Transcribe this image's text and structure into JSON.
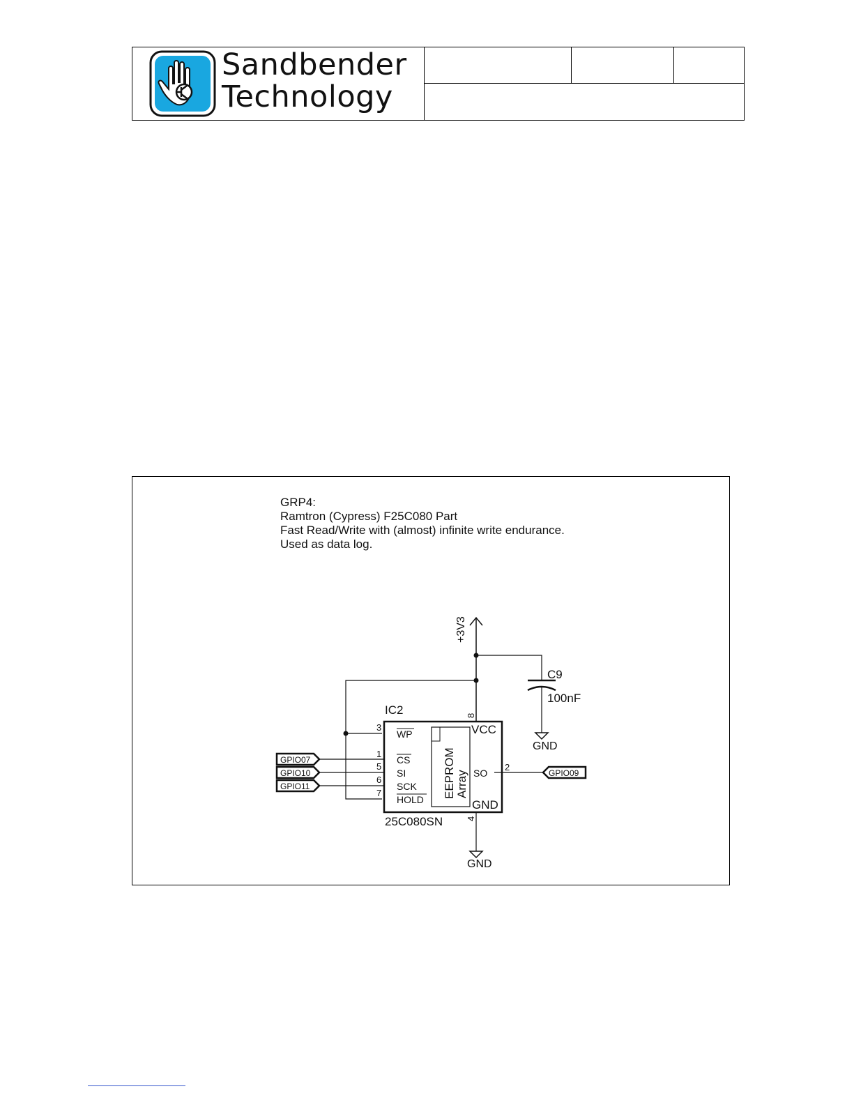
{
  "header": {
    "brand_line1": "Sandbender",
    "brand_line2": "Technology",
    "logo_icon": "hand-transistor-logo-icon",
    "brand_color": "#19a7e0"
  },
  "schematic": {
    "notes": [
      "GRP4:",
      "Ramtron (Cypress) F25C080 Part",
      "Fast Read/Write with (almost) infinite write endurance.",
      "Used as data log."
    ],
    "power_label": "+3V3",
    "capacitor": {
      "ref": "C9",
      "value": "100nF"
    },
    "ground_labels": [
      "GND",
      "GND"
    ],
    "ic": {
      "ref": "IC2",
      "part": "25C080SN",
      "array_line1": "EEPROM",
      "array_line2": "Array",
      "vcc": "VCC",
      "gnd": "GND",
      "pins_left": [
        {
          "num": "3",
          "name": "WP"
        },
        {
          "num": "1",
          "name": "CS"
        },
        {
          "num": "5",
          "name": "SI"
        },
        {
          "num": "6",
          "name": "SCK"
        },
        {
          "num": "7",
          "name": "HOLD"
        }
      ],
      "pin_vcc_num": "8",
      "pin_gnd_num": "4",
      "pin_so": {
        "num": "2",
        "name": "SO"
      }
    },
    "net_labels_left": [
      "GPIO07",
      "GPIO10",
      "GPIO11"
    ],
    "net_label_right": "GPIO09"
  }
}
